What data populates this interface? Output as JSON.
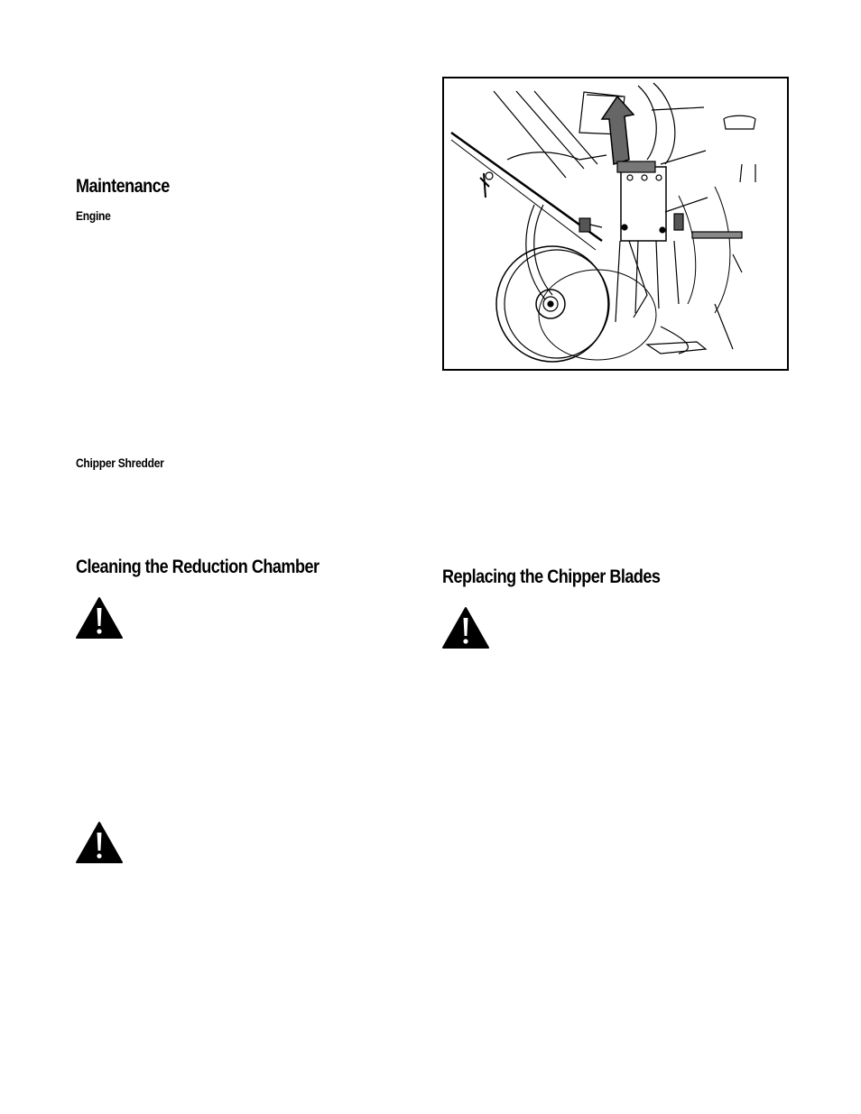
{
  "page": {
    "maintenance_heading": "Maintenance",
    "engine_subheading": "Engine",
    "chipper_shredder_subheading": "Chipper Shredder",
    "cleaning_heading": "Cleaning the Reduction Chamber",
    "replacing_heading": "Replacing the Chipper Blades"
  },
  "icons": {
    "warning": "warning-triangle-icon",
    "figure": "chipper-shredder-illustration"
  },
  "colors": {
    "text": "#000000",
    "background": "#ffffff"
  }
}
